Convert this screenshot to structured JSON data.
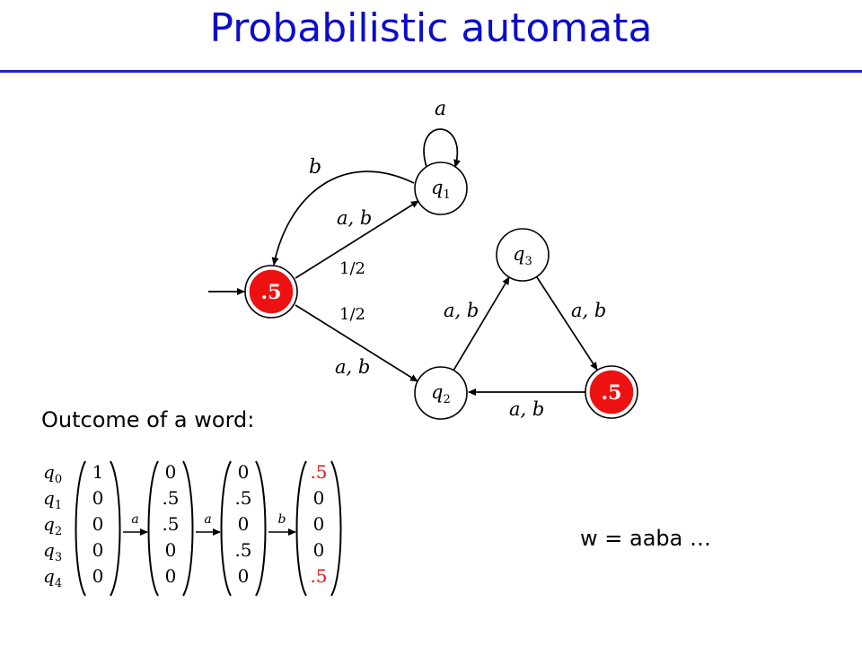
{
  "slide": {
    "title": "Probabilistic automata",
    "outcome_label": "Outcome of a word:",
    "word_label": "w = aaba …"
  },
  "colors": {
    "title": "#0c0ccc",
    "final_state_fill": "#ee1111",
    "highlight_value": "#ee1111"
  },
  "automaton": {
    "states": {
      "q0": {
        "label": ".5",
        "final": true,
        "initial": true
      },
      "q1": {
        "label": "q",
        "sub": "1",
        "final": false
      },
      "q2": {
        "label": "q",
        "sub": "2",
        "final": false
      },
      "q3": {
        "label": "q",
        "sub": "3",
        "final": false
      },
      "q4": {
        "label": ".5",
        "final": true
      }
    },
    "edge_labels": {
      "q1_loop": "a",
      "q1_to_q0": "b",
      "q0_to_q1": "a, b",
      "q0_to_q2": "a, b",
      "q2_to_q3": "a, b",
      "q3_to_q4": "a, b",
      "q4_to_q2": "a, b",
      "prob_upper": "1/2",
      "prob_lower": "1/2"
    }
  },
  "vectors": {
    "row_labels": [
      {
        "base": "q",
        "sub": "0"
      },
      {
        "base": "q",
        "sub": "1"
      },
      {
        "base": "q",
        "sub": "2"
      },
      {
        "base": "q",
        "sub": "3"
      },
      {
        "base": "q",
        "sub": "4"
      }
    ],
    "columns": [
      [
        "1",
        "0",
        "0",
        "0",
        "0"
      ],
      [
        "0",
        ".5",
        ".5",
        "0",
        "0"
      ],
      [
        "0",
        ".5",
        "0",
        ".5",
        "0"
      ],
      [
        ".5",
        "0",
        "0",
        "0",
        ".5"
      ]
    ],
    "highlighted": [
      [
        3,
        0
      ],
      [
        3,
        4
      ]
    ],
    "transitions": [
      "a",
      "a",
      "b"
    ]
  }
}
